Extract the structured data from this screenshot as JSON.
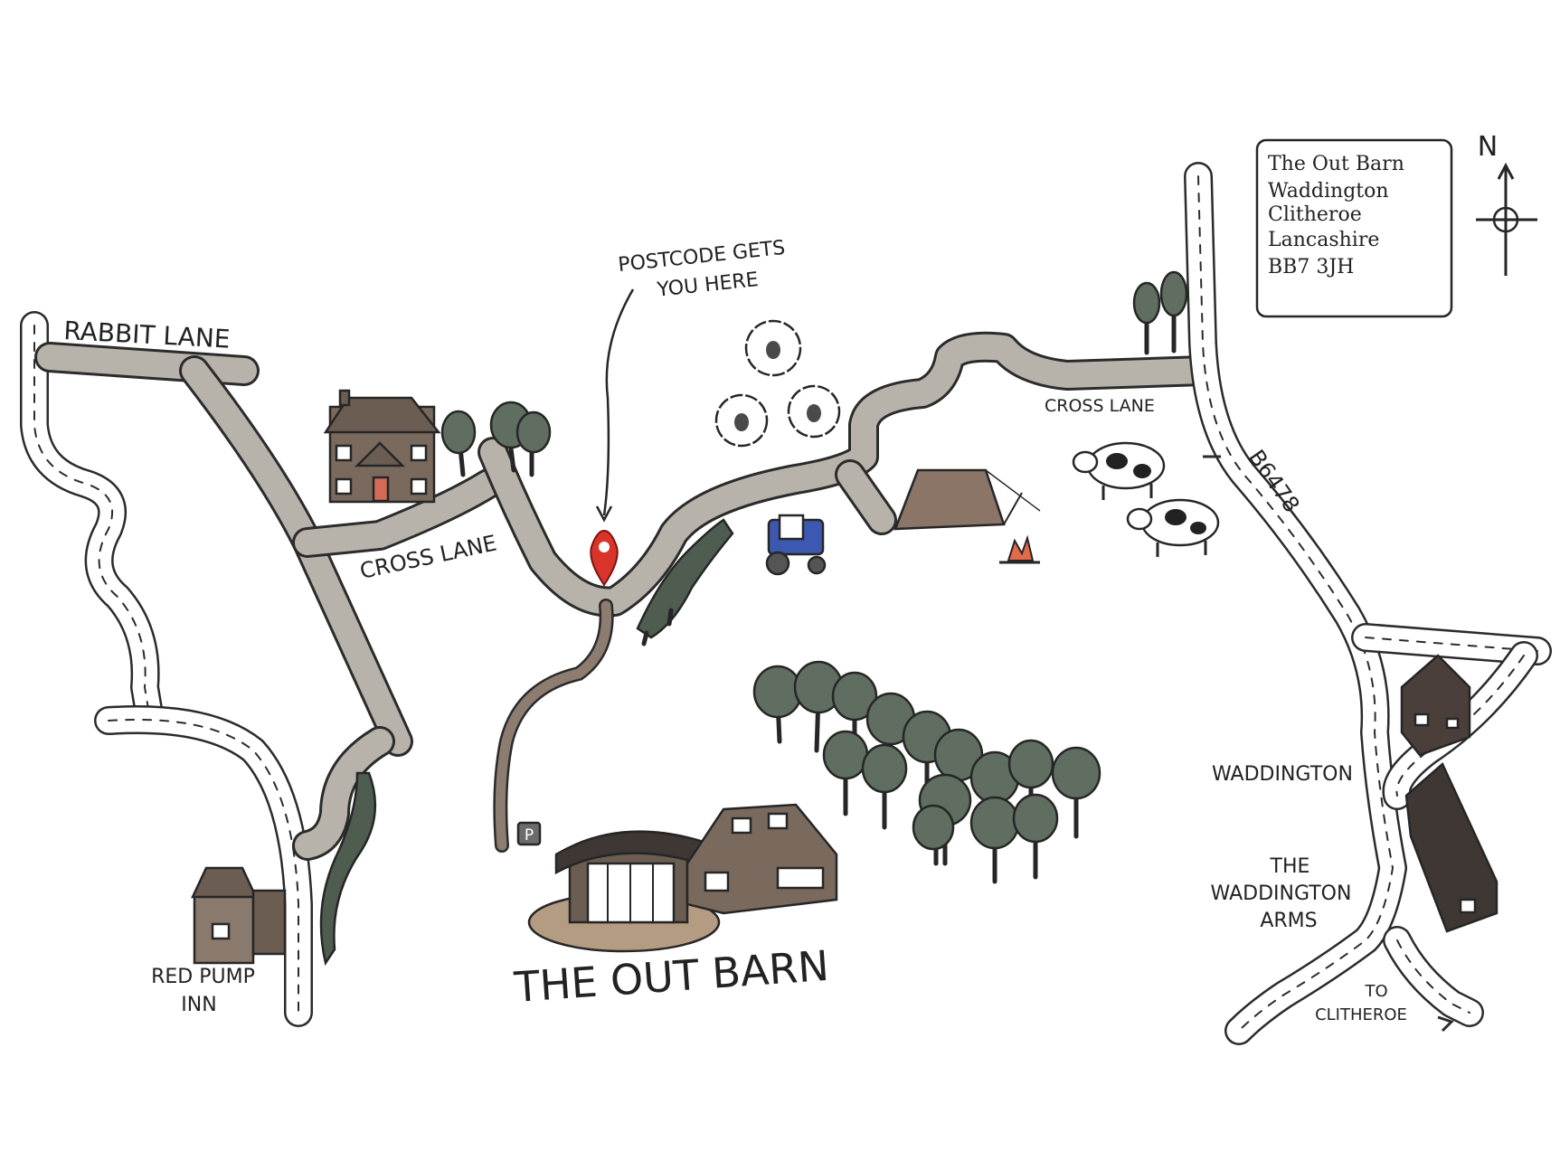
{
  "map": {
    "title": "THE OUT BARN",
    "address_box": {
      "lines": [
        "The Out Barn",
        "Waddington",
        "Clitheroe",
        "Lancashire",
        "BB7 3JH"
      ]
    },
    "compass": {
      "label": "N"
    },
    "callout": {
      "lines": [
        "POSTCODE GETS",
        "YOU HERE"
      ]
    },
    "roads": {
      "rabbit_lane": "RABBIT LANE",
      "cross_lane_west": "CROSS LANE",
      "cross_lane_east": "CROSS LANE",
      "b6478": "B6478"
    },
    "places": {
      "red_pump_inn": [
        "RED PUMP",
        "INN"
      ],
      "waddington": "WADDINGTON",
      "waddington_arms": [
        "THE",
        "WADDINGTON",
        "ARMS"
      ],
      "to_clitheroe": [
        "TO",
        "CLITHEROE"
      ]
    },
    "parking": {
      "label": "P"
    },
    "colors": {
      "road_grey": "#b8b3aa",
      "track_brown": "#8c7d70",
      "tree_green": "#5f6e60",
      "building_brown": "#7a6a5e",
      "barn_dark": "#5a4c44",
      "marker_red": "#d9342b",
      "tent": "#8a7566",
      "tractor_blue": "#3c58b0",
      "sheep": "#ffffff",
      "cow_patches": "#222222"
    }
  }
}
